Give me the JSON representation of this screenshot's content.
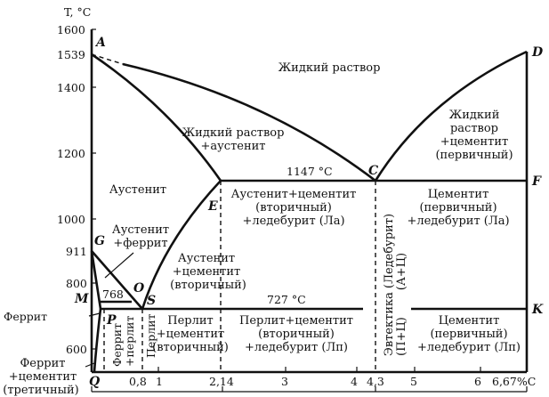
{
  "axes": {
    "y_title": "T, °C",
    "y_ticks": [
      "1600",
      "1539",
      "1400",
      "1200",
      "1000",
      "911",
      "800",
      "600"
    ],
    "x_ticks": [
      "0,8",
      "1",
      "2,14",
      "3",
      "4",
      "4,3",
      "5",
      "6",
      "6,67%C"
    ]
  },
  "points": {
    "A": "A",
    "D": "D",
    "C": "C",
    "E": "E",
    "F": "F",
    "G": "G",
    "M": "M",
    "O": "O",
    "S": "S",
    "K": "K",
    "P": "P",
    "Q": "Q"
  },
  "temps": {
    "t1147": "1147 °C",
    "t727": "727 °C",
    "t768": "768"
  },
  "regions": {
    "liquid": "Жидкий раствор",
    "liquid_austenite": [
      "Жидкий раствор",
      "+аустенит"
    ],
    "liquid_cementite": [
      "Жидкий",
      "раствор",
      "+цементит",
      "(первичный)"
    ],
    "austenite": "Аустенит",
    "austenite_ferrite": [
      "Аустенит",
      "+феррит"
    ],
    "austenite_cementite": [
      "Аустенит",
      "+цементит",
      "(вторичный)"
    ],
    "aus_cem_ledeb": [
      "Аустенит+цементит",
      "(вторичный)",
      "+ледебурит (Ла)"
    ],
    "cem_ledeb_la": [
      "Цементит",
      "(первичный)",
      "+ледебурит (Ла)"
    ],
    "eutectic": [
      "Эвтектика (Ледебурит)",
      "(А+Ц)",
      "(П+Ц)"
    ],
    "ferrite": "Феррит",
    "ferrite_perlite": [
      "Феррит",
      "+перлит"
    ],
    "perlite": "Перлит",
    "perlite_cementite": [
      "Перлит",
      "+цементит",
      "(вторичный)"
    ],
    "perl_cem_ledeb": [
      "Перлит+цементит",
      "(вторичный)",
      "+ледебурит (Лп)"
    ],
    "cem_ledeb_lp": [
      "Цементит",
      "(первичный)",
      "+ледебурит (Лп)"
    ],
    "ferrite_cementite": [
      "Феррит",
      "+цементит",
      "(третичный)"
    ]
  }
}
